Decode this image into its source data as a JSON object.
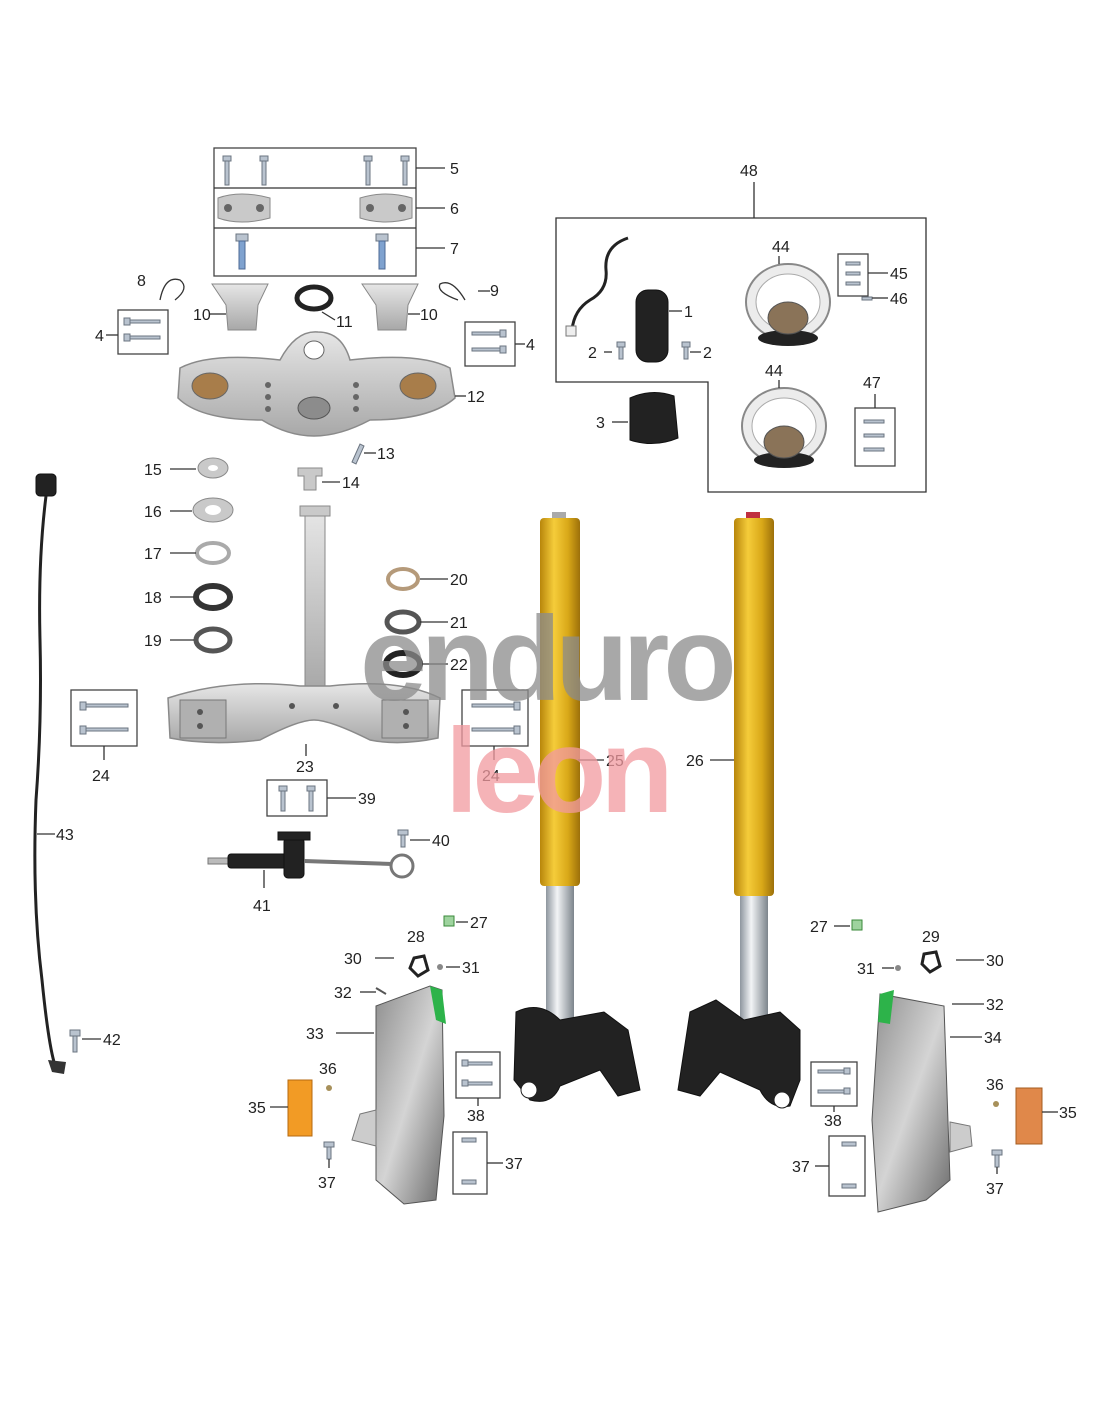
{
  "watermark": {
    "line1": "enduro",
    "line2": "leon"
  },
  "kit_label": "48",
  "callouts": {
    "c1": "1",
    "c2a": "2",
    "c2b": "2",
    "c3": "3",
    "c4a": "4",
    "c4b": "4",
    "c5": "5",
    "c6": "6",
    "c7": "7",
    "c8": "8",
    "c9": "9",
    "c10a": "10",
    "c10b": "10",
    "c11": "11",
    "c12": "12",
    "c13": "13",
    "c14": "14",
    "c15": "15",
    "c16": "16",
    "c17": "17",
    "c18": "18",
    "c19": "19",
    "c20": "20",
    "c21": "21",
    "c22": "22",
    "c23": "23",
    "c24a": "24",
    "c24b": "24",
    "c25": "25",
    "c26": "26",
    "c27a": "27",
    "c27b": "27",
    "c28": "28",
    "c29": "29",
    "c30a": "30",
    "c30b": "30",
    "c31a": "31",
    "c31b": "31",
    "c32a": "32",
    "c32b": "32",
    "c33": "33",
    "c34": "34",
    "c35a": "35",
    "c35b": "35",
    "c36a": "36",
    "c36b": "36",
    "c37a": "37",
    "c37b": "37",
    "c37c": "37",
    "c37d": "37",
    "c38a": "38",
    "c38b": "38",
    "c39": "39",
    "c40": "40",
    "c41": "41",
    "c42": "42",
    "c43": "43",
    "c44a": "44",
    "c44b": "44",
    "c45": "45",
    "c46": "46",
    "c47": "47"
  },
  "colors": {
    "fork_gold": "#d9a818",
    "fork_tube": "#d8dde2",
    "alloy": "#c8c8c8",
    "reflector": "#f29b25",
    "watermark_gray": "#8c8c8c",
    "watermark_red": "#f29aa0"
  }
}
